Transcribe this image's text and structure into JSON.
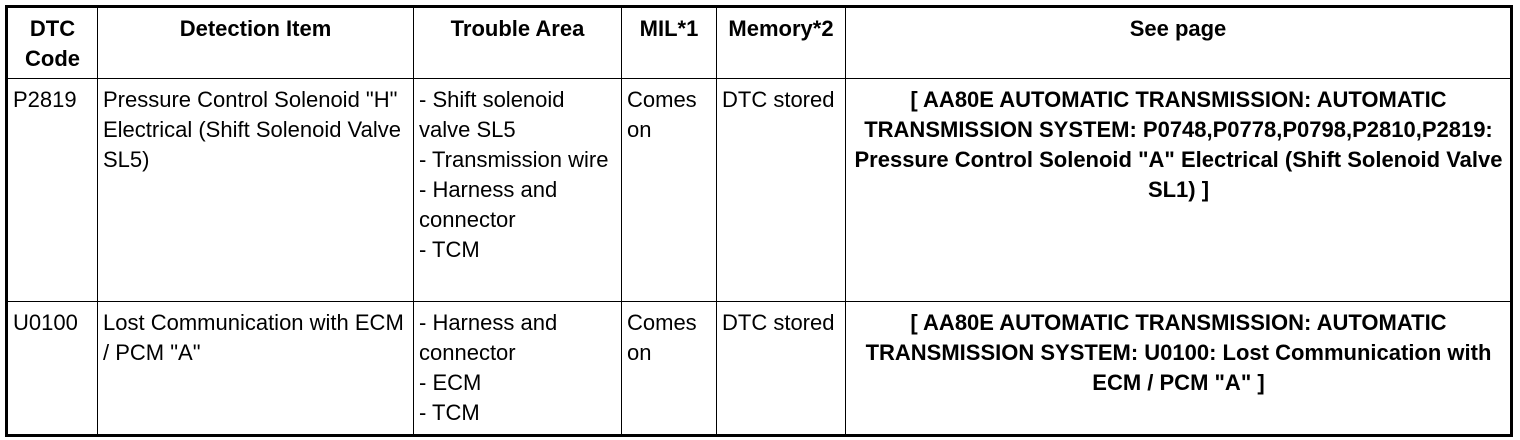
{
  "headers": {
    "dtc_code": "DTC Code",
    "detection_item": "Detection Item",
    "trouble_area": "Trouble Area",
    "mil": "MIL*1",
    "memory": "Memory*2",
    "see_page": "See page"
  },
  "rows": [
    {
      "code": "P2819",
      "detection_item": "Pressure Control Solenoid \"H\" Electrical (Shift Solenoid Valve SL5)",
      "trouble_area": [
        "- Shift solenoid valve SL5",
        "- Transmission wire",
        "- Harness and connector",
        "- TCM"
      ],
      "mil": "Comes on",
      "memory": "DTC stored",
      "see_page": "[ AA80E AUTOMATIC TRANSMISSION: AUTOMATIC TRANSMISSION SYSTEM: P0748,P0778,P0798,P2810,P2819: Pressure Control Solenoid \"A\" Electrical (Shift Solenoid Valve SL1) ]"
    },
    {
      "code": "U0100",
      "detection_item": "Lost Communication with ECM / PCM \"A\"",
      "trouble_area": [
        "- Harness and connector",
        "- ECM",
        "- TCM"
      ],
      "mil": "Comes on",
      "memory": "DTC stored",
      "see_page": "[ AA80E AUTOMATIC TRANSMISSION: AUTOMATIC TRANSMISSION SYSTEM: U0100: Lost Communication with ECM / PCM \"A\" ]"
    }
  ]
}
